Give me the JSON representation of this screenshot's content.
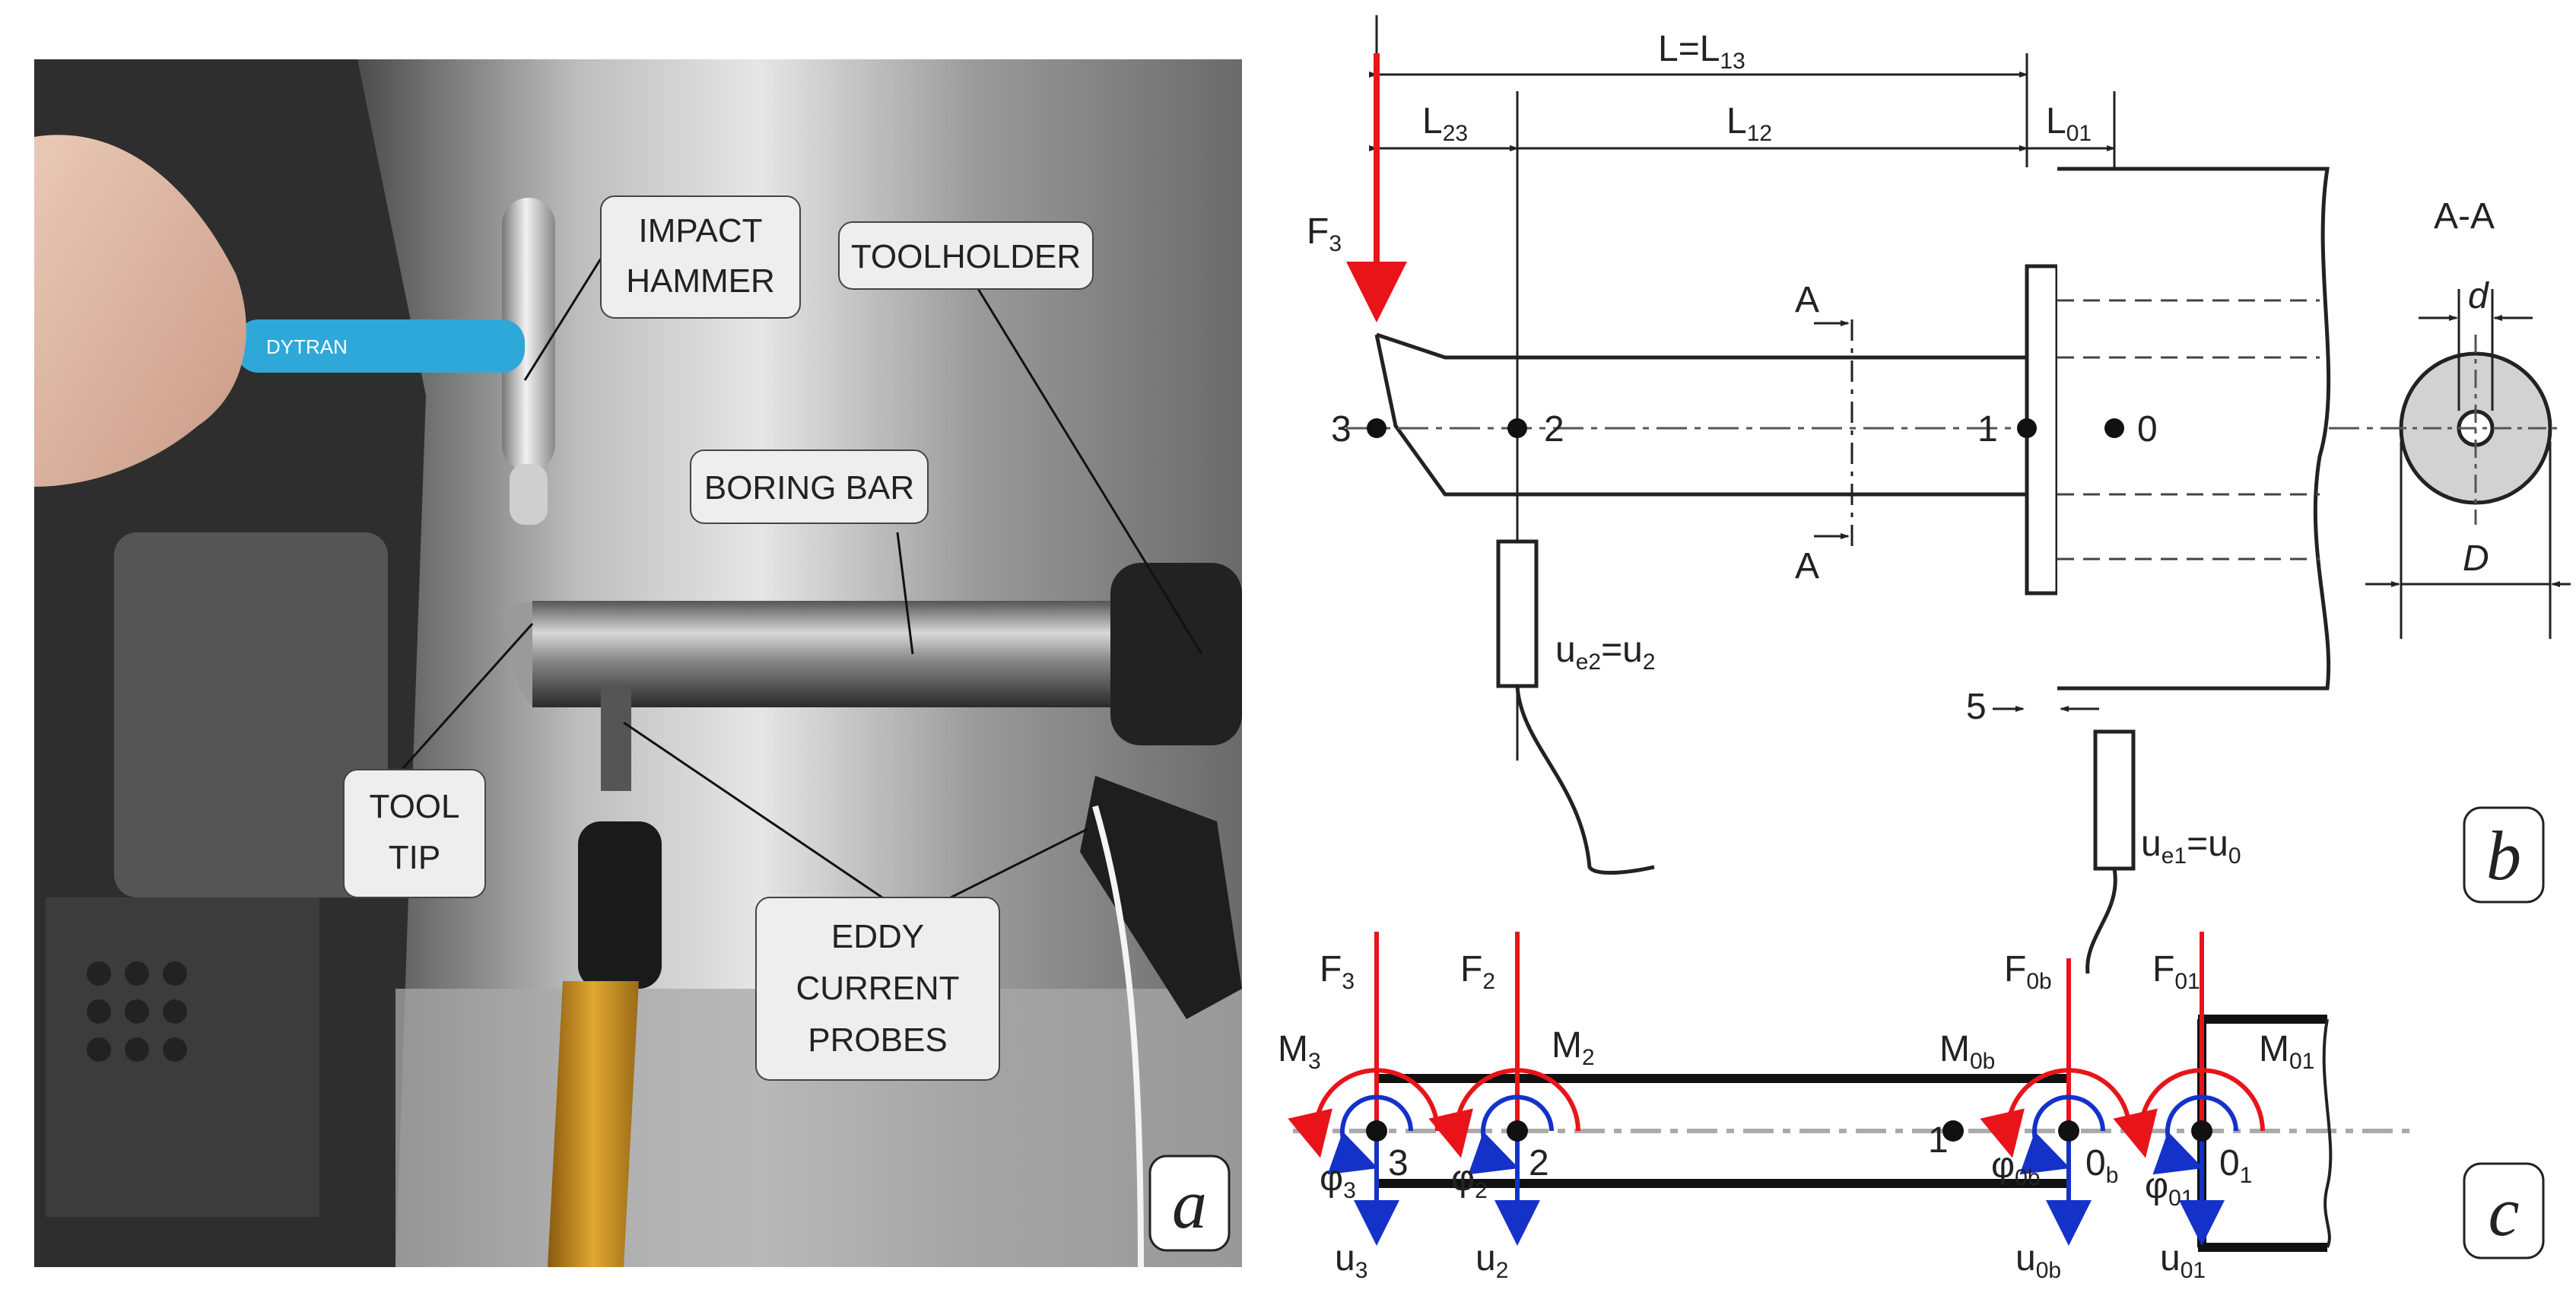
{
  "colors": {
    "force_red": "#e8141a",
    "displacement_blue": "#1432c8",
    "outline": "#222222",
    "callout_fill": "#eeeeee"
  },
  "panel_a": {
    "tag": "a",
    "callouts": {
      "impact_hammer": [
        "IMPACT",
        "HAMMER"
      ],
      "toolholder": [
        "TOOLHOLDER"
      ],
      "boring_bar": [
        "BORING BAR"
      ],
      "tool_tip": [
        "TOOL",
        "TIP"
      ],
      "eddy_probes": [
        "EDDY",
        "CURRENT",
        "PROBES"
      ]
    },
    "hammer_brand": "DYTRAN"
  },
  "panel_b": {
    "tag": "b",
    "dims": {
      "L_main": "L=L",
      "L_main_sub": "13",
      "L23": "L",
      "L23_sub": "23",
      "L12": "L",
      "L12_sub": "12",
      "L01": "L",
      "L01_sub": "01"
    },
    "force": {
      "main": "F",
      "sub": "3"
    },
    "points": [
      "3",
      "2",
      "1",
      "0"
    ],
    "section_marks": [
      "A",
      "A"
    ],
    "section": {
      "title": "A-A",
      "d": "d",
      "D": "D"
    },
    "dim5": "5",
    "sensor2": {
      "main": "u",
      "sub": "e2",
      "eq": "=u",
      "eq_sub": "2"
    },
    "sensor1": {
      "main": "u",
      "sub": "e1",
      "eq": "=u",
      "eq_sub": "0"
    }
  },
  "panel_c": {
    "tag": "c",
    "forces": [
      {
        "main": "F",
        "sub": "3"
      },
      {
        "main": "F",
        "sub": "2"
      },
      {
        "main": "F",
        "sub": "0b"
      },
      {
        "main": "F",
        "sub": "01"
      }
    ],
    "moments": [
      {
        "main": "M",
        "sub": "3"
      },
      {
        "main": "M",
        "sub": "2"
      },
      {
        "main": "M",
        "sub": "0b"
      },
      {
        "main": "M",
        "sub": "01"
      }
    ],
    "rotations": [
      {
        "main": "φ",
        "sub": "3"
      },
      {
        "main": "φ",
        "sub": "2"
      },
      {
        "main": "φ",
        "sub": "0b"
      },
      {
        "main": "φ",
        "sub": "01"
      }
    ],
    "displacements": [
      {
        "main": "u",
        "sub": "3"
      },
      {
        "main": "u",
        "sub": "2"
      },
      {
        "main": "u",
        "sub": "0b"
      },
      {
        "main": "u",
        "sub": "01"
      }
    ],
    "nodes": [
      {
        "main": "3",
        "sub": ""
      },
      {
        "main": "2",
        "sub": ""
      },
      {
        "main": "1",
        "sub": ""
      },
      {
        "main": "0",
        "sub": "b"
      },
      {
        "main": "0",
        "sub": "1"
      }
    ]
  }
}
